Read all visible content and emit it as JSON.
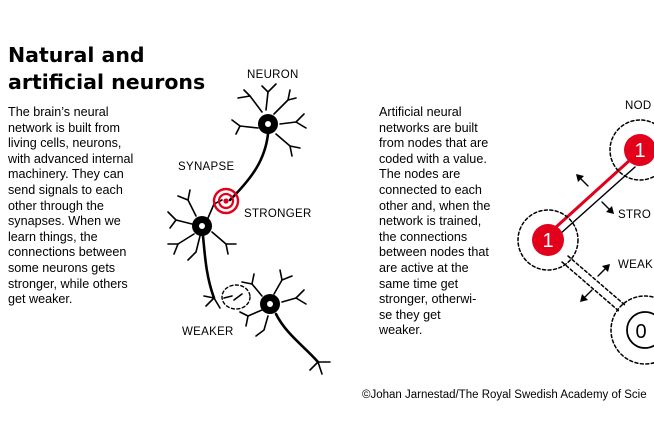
{
  "title": {
    "line1": "Natural and",
    "line2": "artificial neurons"
  },
  "natural_text": [
    "The brain’s neural",
    "network is built from",
    "living cells, neurons,",
    "with advanced internal",
    "machinery. They can",
    "send signals to each",
    "other through the",
    "synapses. When we",
    "learn things, the",
    "connections between",
    "some neurons gets",
    "stronger, while others",
    "get weaker."
  ],
  "artificial_text": [
    "Artificial neural",
    "networks are built",
    "from nodes that are",
    "coded with a value.",
    "The nodes are",
    "connected to each",
    "other and, when the",
    "network is trained,",
    "the connections",
    "between nodes that",
    "are active at the",
    "same time get",
    "stronger, otherwi-",
    "se they get",
    "weaker."
  ],
  "labels": {
    "neuron": "NEURON",
    "synapse": "SYNAPSE",
    "stronger": "STRONGER",
    "weaker": "WEAKER",
    "node_cut": "NOD",
    "stronger_cut": "STRO",
    "weaker_cut": "WEAK"
  },
  "nodes": {
    "left_value": "1",
    "top_value": "1",
    "bottom_value": "0"
  },
  "credit": "©Johan Jarnestad/The Royal Swedish Academy of Scie",
  "colors": {
    "accent_red": "#e3001b",
    "ink": "#000000"
  }
}
